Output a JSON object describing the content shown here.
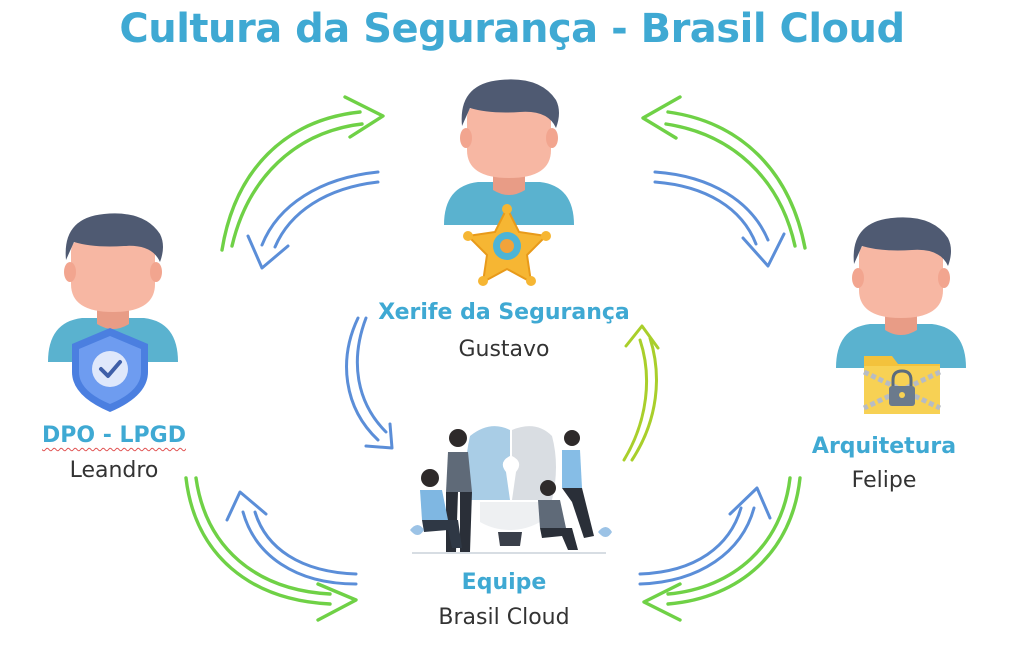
{
  "title": "Cultura da Segurança - Brasil Cloud",
  "colors": {
    "title": "#3fa9d3",
    "role": "#3fa9d3",
    "name": "#333333",
    "arrow_green": "#6fd146",
    "arrow_blue": "#5b8ed8",
    "arrow_yellow": "#a9cf2b",
    "avatar_hair": "#4f5a72",
    "avatar_skin": "#f7b7a3",
    "avatar_shirt": "#5ab2cf"
  },
  "nodes": {
    "sheriff": {
      "role": "Xerife da Segurança",
      "name": "Gustavo",
      "icon": "sheriff-star-icon"
    },
    "dpo": {
      "role": "DPO - LPGD",
      "name": "Leandro",
      "icon": "shield-check-icon"
    },
    "architecture": {
      "role": "Arquitetura",
      "name": "Felipe",
      "icon": "locked-folder-icon"
    },
    "team": {
      "role": "Equipe",
      "name": "Brasil Cloud",
      "icon": "team-puzzle-illustration"
    }
  }
}
